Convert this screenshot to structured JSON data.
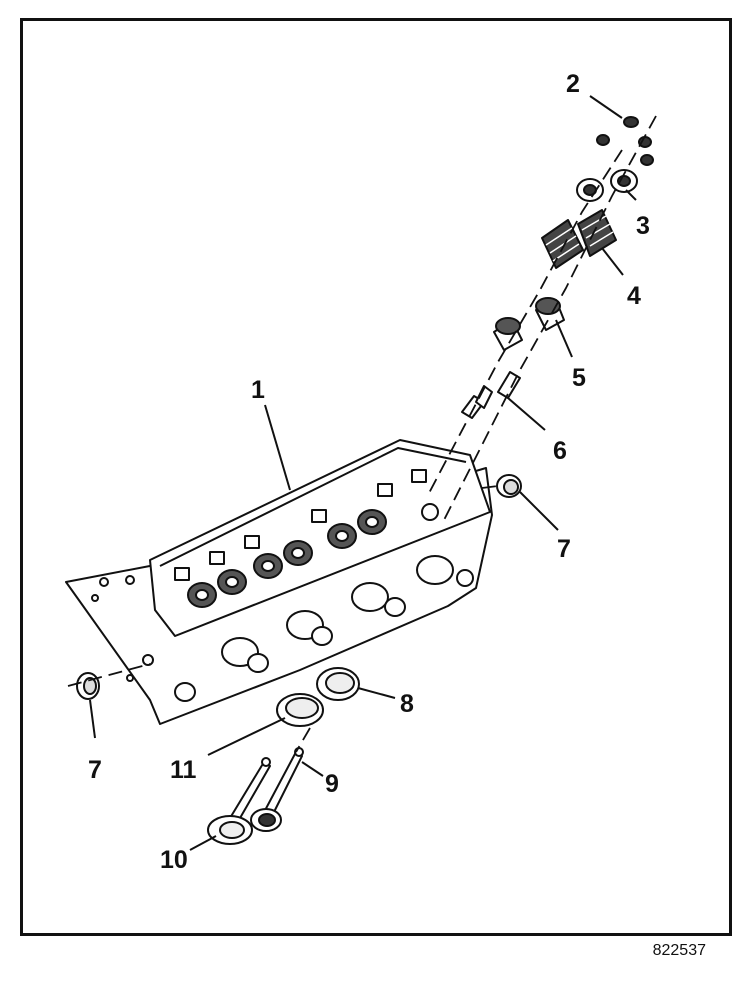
{
  "figure": {
    "id": "822537"
  },
  "callouts": {
    "c1": "1",
    "c2": "2",
    "c3": "3",
    "c4": "4",
    "c5": "5",
    "c6": "6",
    "c7a": "7",
    "c7b": "7",
    "c8": "8",
    "c9": "9",
    "c10": "10",
    "c11": "11"
  },
  "colors": {
    "line": "#111111",
    "fill": "#ffffff",
    "shade": "#444444"
  }
}
